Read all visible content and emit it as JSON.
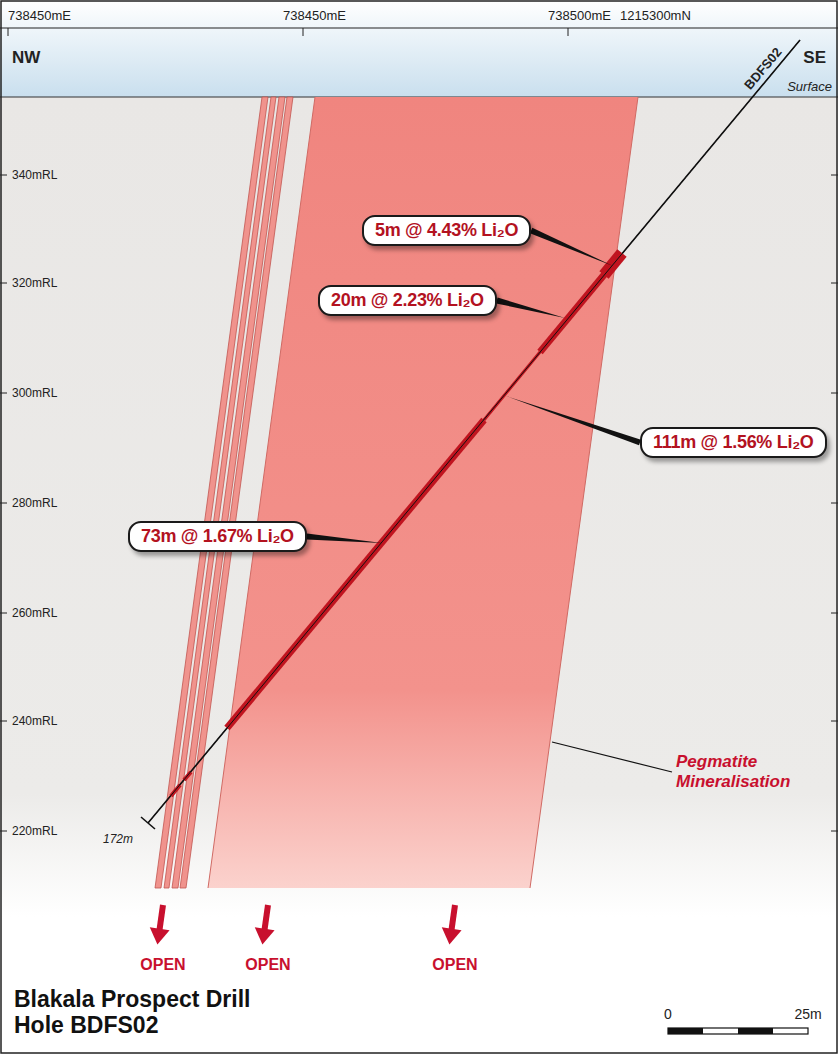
{
  "diagram": {
    "title": "Blakala Prospect Drill Hole BDFS02",
    "nodes": [
      {
        "text": [
          "5m @ 4.43% Li₂O"
        ]
      },
      {
        "text": [
          "20m @ 2.23% Li₂O"
        ]
      },
      {
        "text": [
          "111m @ 1.56% Li₂O"
        ]
      },
      {
        "text": [
          "73m @ 1.67% Li₂O"
        ]
      }
    ],
    "labels": [
      "738450mE",
      "738450mE",
      "738500mE",
      "1215300mN",
      "NW",
      "SE",
      "Surface",
      "BDFS02",
      "340mRL",
      "320mRL",
      "300mRL",
      "280mRL",
      "260mRL",
      "240mRL",
      "220mRL",
      "172m",
      "Pegmatite Mineralisation",
      "OPEN",
      "OPEN",
      "OPEN",
      "0",
      "25m"
    ]
  }
}
